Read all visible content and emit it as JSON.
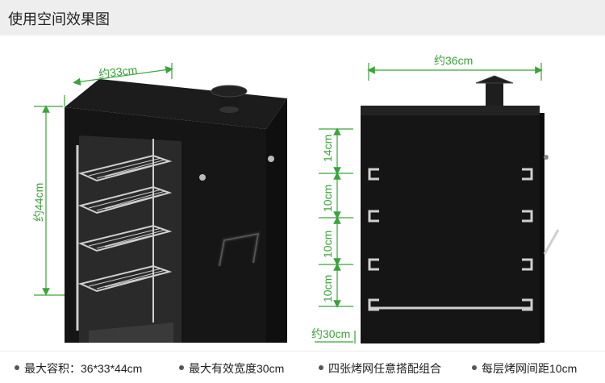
{
  "header": {
    "title": "使用空间效果图"
  },
  "colors": {
    "dimension_green": "#3aa33a",
    "cabinet_black": "#151515",
    "rack_silver": "#cfcfcf",
    "header_bg": "#eeeeee"
  },
  "left_view": {
    "width_label": "约33cm",
    "height_label": "约44cm"
  },
  "right_view": {
    "width_label": "约36cm",
    "spacing_labels": [
      "14cm",
      "10cm",
      "10cm",
      "10cm"
    ],
    "depth_label": "约30cm"
  },
  "specs": [
    {
      "text": "最大容积：36*33*44cm"
    },
    {
      "text": "最大有效宽度30cm"
    },
    {
      "text": "四张烤网任意搭配组合"
    },
    {
      "text": "每层烤网间距10cm"
    }
  ]
}
